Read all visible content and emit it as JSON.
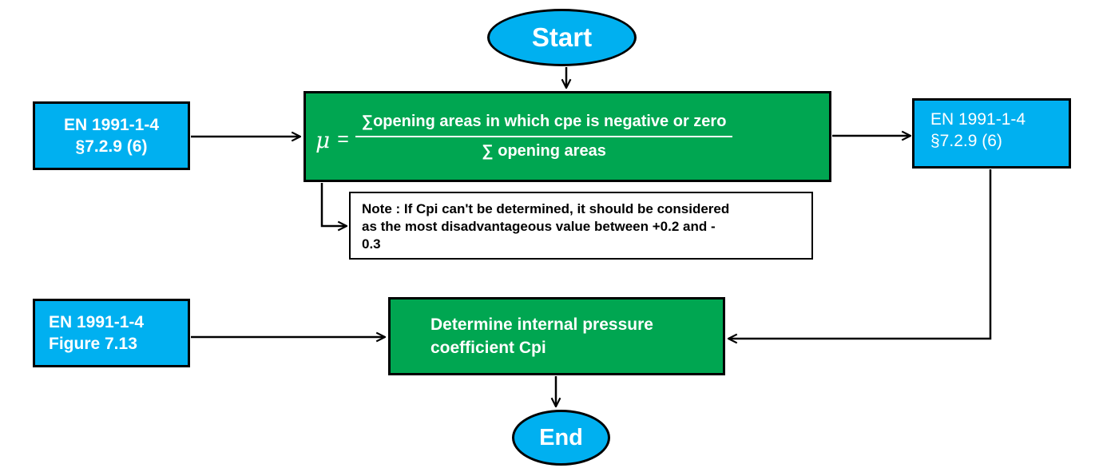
{
  "diagram": {
    "nodes": {
      "start": {
        "label": "Start"
      },
      "ref_top_left": {
        "line1": "EN 1991-1-4",
        "line2": "§7.2.9 (6)"
      },
      "formula": {
        "mu": "μ",
        "equals": "=",
        "numerator": "∑opening areas in which cpe is negative or zero",
        "denominator": "∑ opening areas"
      },
      "ref_top_right": {
        "line1": "EN 1991-1-4",
        "line2": "§7.2.9 (6)"
      },
      "note": {
        "lines": [
          "Note : If Cpi can't be determined, it should be considered",
          "as the most disadvantageous value between +0.2 and -",
          "0.3"
        ]
      },
      "ref_bottom_left": {
        "line1": "EN 1991-1-4",
        "line2": "Figure 7.13"
      },
      "determine": {
        "line1": "Determine internal pressure",
        "line2": "coefficient Cpi"
      },
      "end": {
        "label": "End"
      }
    },
    "colors": {
      "node_blue": "#00B0F0",
      "node_green": "#00A651",
      "border": "#000000",
      "note_background": "#FFFFFF",
      "text_light": "#FFFFFF",
      "text_dark": "#000000"
    }
  }
}
